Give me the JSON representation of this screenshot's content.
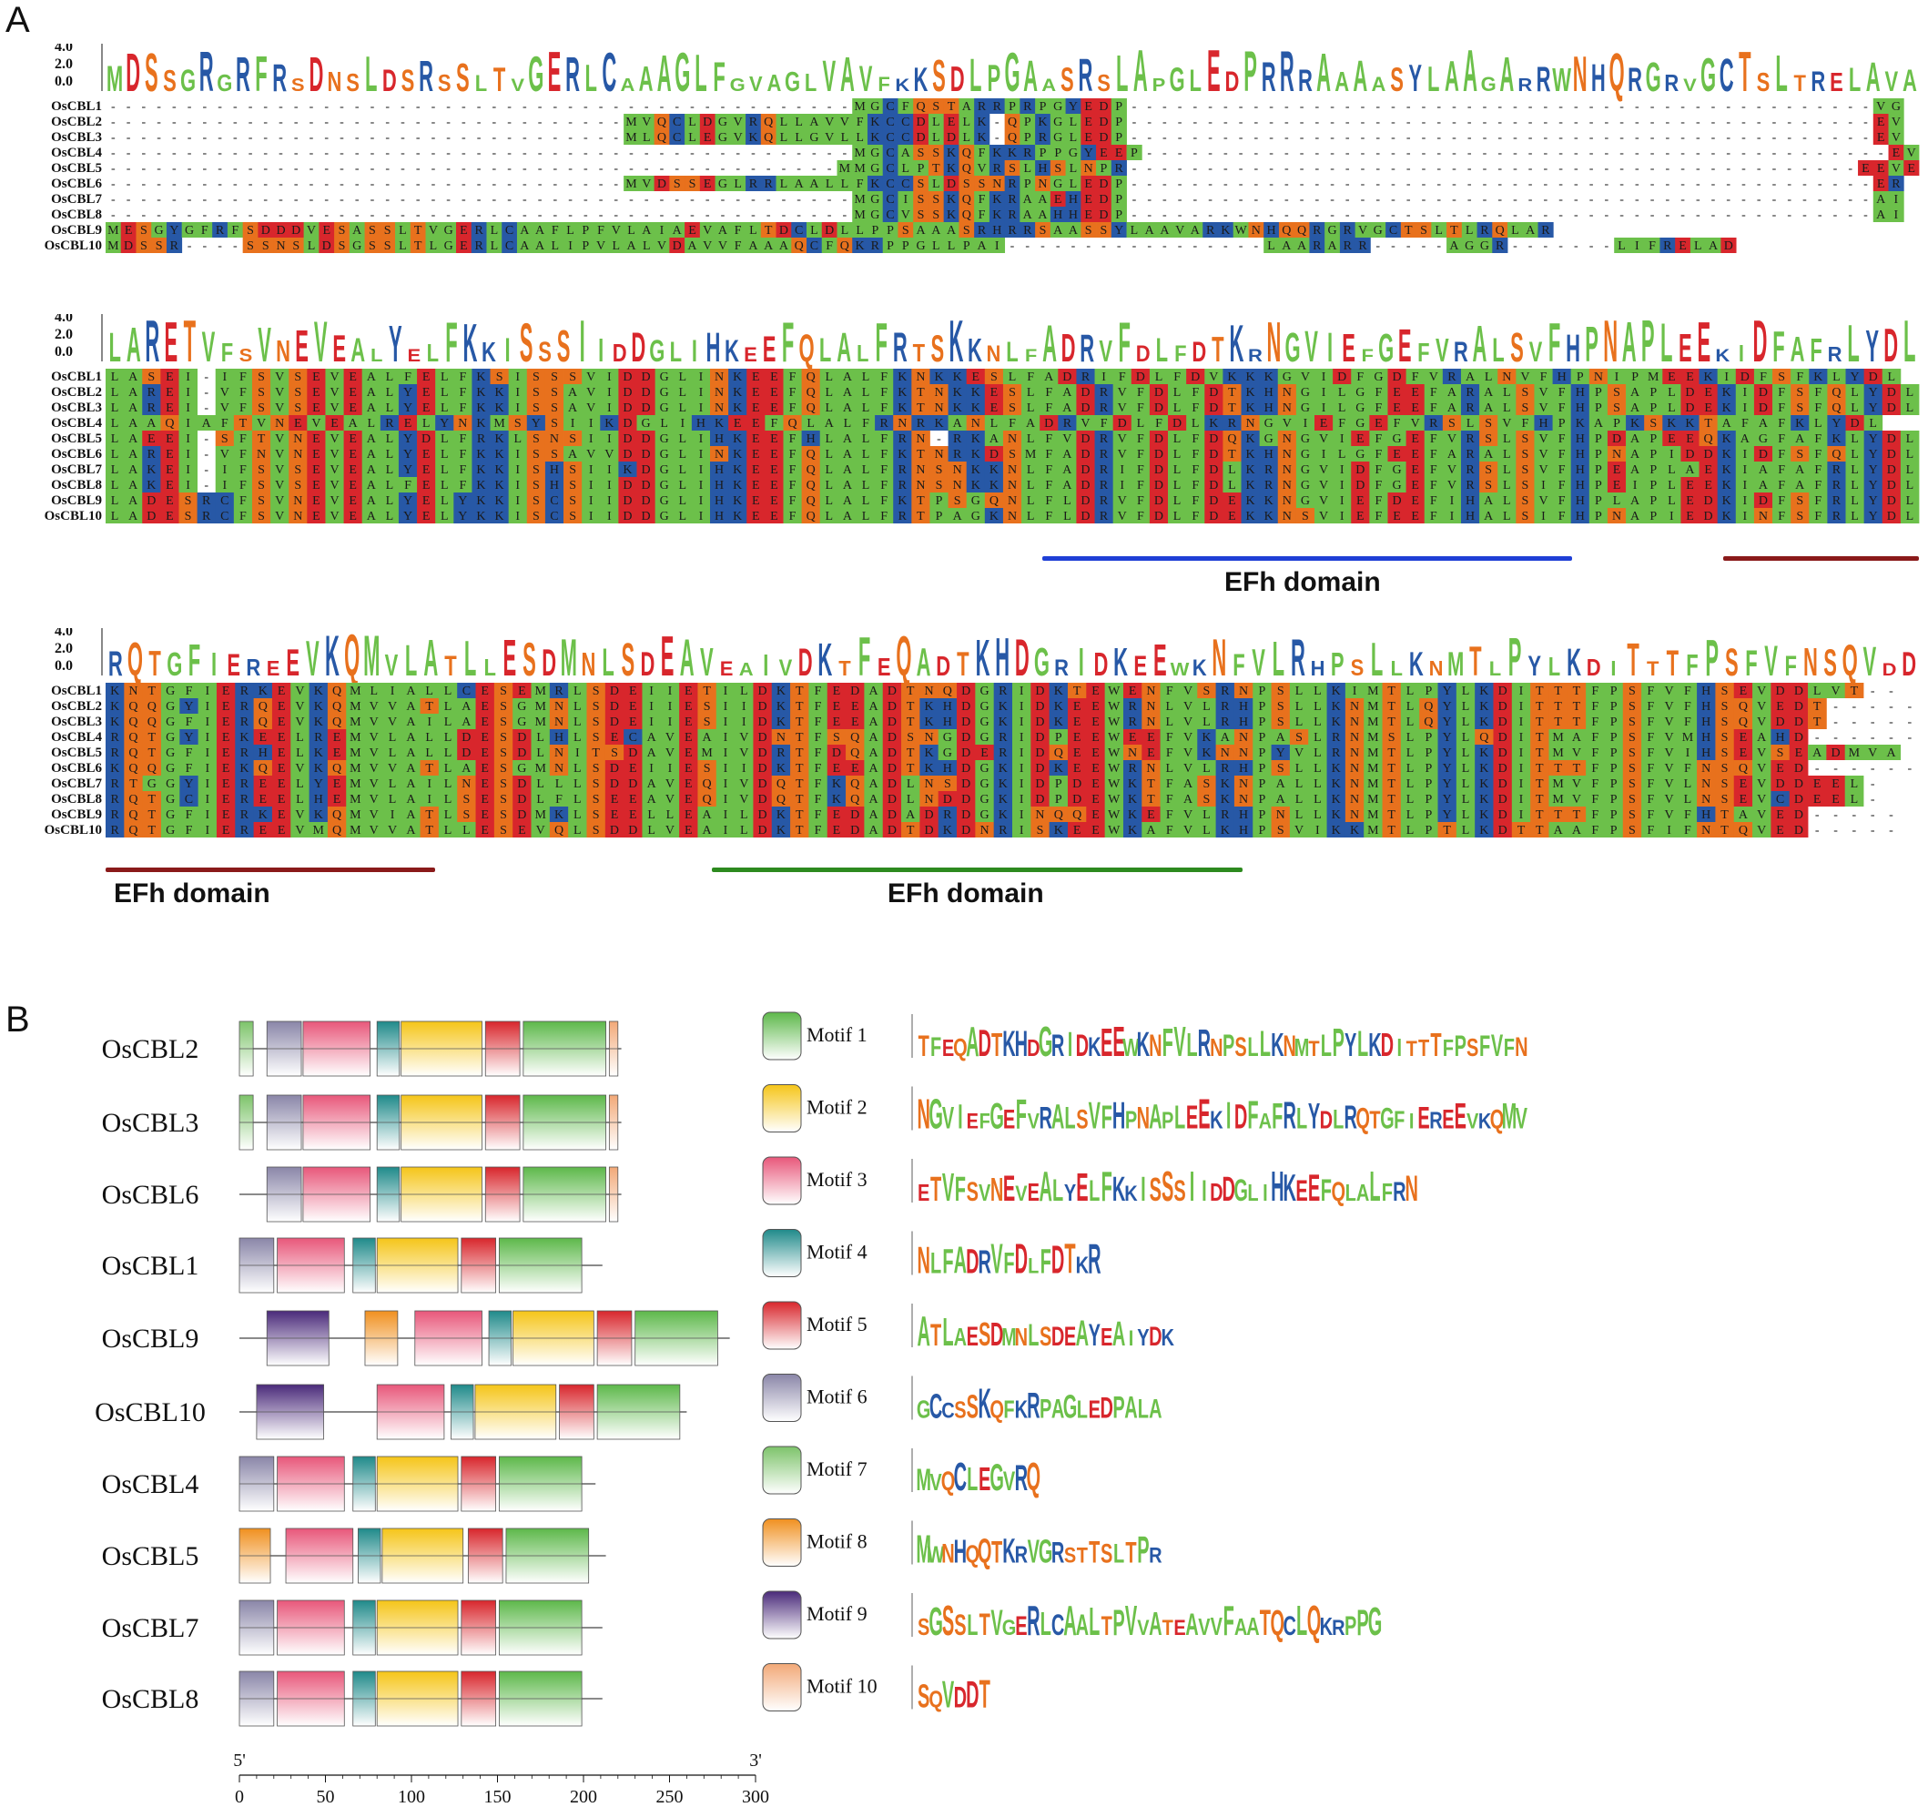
{
  "panelA": {
    "label": "A"
  },
  "panelB": {
    "label": "B"
  },
  "logo_yticks": [
    "4.0",
    "2.0",
    "0.0"
  ],
  "sequences": [
    "OsCBL1",
    "OsCBL2",
    "OsCBL3",
    "OsCBL4",
    "OsCBL5",
    "OsCBL6",
    "OsCBL7",
    "OsCBL8",
    "OsCBL9",
    "OsCBL10"
  ],
  "alignment": {
    "block1": {
      "logo": "MDSSGRGRFRSDNSLDSRSSLTVGERLCAAAGLFGVAGLVAVFKKSDLPGAASRSLAPGLEDPRRRAAAASYLAAGARRWNHQRGRVGCTSLTRELAVA",
      "rows": [
        "-------------------------------------------------MGCFQSTARRPRPGYEDP-------------------------------------------------VG",
        "----------------------------------MVQCLDGVRQLLAVVFKCCDLELK-QPKGLEDP-------------------------------------------------EV",
        "----------------------------------MLQCLEGVKQLLGVLLKCCDLDLK-QPRGLEDP-------------------------------------------------EV",
        "-------------------------------------------------MGCASSKQFKKRPPGYEEP-------------------------------------------------EV",
        "------------------------------------------------MMGCLPTKQVRSLHSLNPR------------------------------------------------EEVE",
        "----------------------------------MVDSSEGLRRLAALLFKCCSLDSSNRPNGLEDP-------------------------------------------------ER",
        "-------------------------------------------------MGCISSKQFKRAAEHEDP-------------------------------------------------AI",
        "-------------------------------------------------MGCVSSKQFKRAAHHEDP-------------------------------------------------AI",
        "MESGYGFRFSDDDVESASSLTVGERLCAAFLPFVLAIAEVAFLTDCLDLLPPSAAASRHRRSAASSYLAAVARKWNHQQRGRVGCTSLTLRQLAR",
        "MDSSR----SSNSLDSGSSLTLGERLCAALIPVLALVDAVVFAAAQCFQKRPPGLLPAI-----------------LAARARR-----AGGR-------LIFRELAD"
      ]
    },
    "block2": {
      "logo": "LARETVFSVNEVEALYELFKKISSSIIDDGLIHKEEFQLALFRTSKKNLFADRVFDLFDTKRNGVIEFGEFVRALSVFHPNAPLEEKIDFAFRLYDL",
      "rows": [
        "LASEI-IFSVSEVEALFELFKSISSSVIDDGLINKEEFQLALFKNKKESLFADRIFDLFDVKKKGVIDFGDFVRALNVFHPNIPMEEKIDFSFKLYDL",
        "LAREI-VFSVSEVEALYELFKKISSAVIDDGLINKEEFQLALFKTNKKESLFADRVFDLFDTKHNGILGFEEFARALSVFHPSAPLDEKIDFSFQLYDL",
        "LAREI-VFSVSEVEALYELFKKISSAVIDDGLINKEEFQLALFKTNKKESLFADRVFDLFDTKHNGILGFEEFARALSVFHPSAPLDEKIDFSFQLYDL",
        "LAAQIAFTVNEVEALRELYNKMSYSIIKDGLIHKEEFQLALFRNRKANLFADRVFDLFDLKRNGVIEFGEFVRSLSVFHPKAPKSKKTAFAFKLYDL",
        "LAEEI-SFTVNEVEALYDLFRKLSNSIIDDGLIHKEEFHLALFRN-RKANLFVDRVFDLFDQKGNGVIEFGEFVRSLSVFHPDAPEEQKAGFAFKLYDL",
        "LAREI-VFNVNEVEALYELFKKISSAVVDDGLINKEEFQLALFKTNRKDSMFADRVFDLFDTKHNGILGFEEFARALSVFHPNAPIDDKIDFSFQLYDL",
        "LAKEI-IFSVSEVEALYELFKKISHSIIKDGLIHKEEFQLALFRNSNKKNLFADRIFDLFDLKRNGVIDFGEFVRSLSVFHPEAPLAEKIAFAFRLYDL",
        "LAKEI-IFSVSEVEALFELFKKISHSIIDDGLIHKEEFQLALFRNSNKKNLFADRIFDLFDLKRNGVIDFGEFVRSLSIFHPEIPLEEKIAFAFRLYDL",
        "LADESRCFSVNEVEALYELYKKISCSIIDDGLIHKEEFQLALFKTPSGQNLFLDRVFDLFDEKKNGVIEFDEFIHALSVFHPLAPLEDKIDFSFRLYDL",
        "LADESRCFSVNEVEALYELYKKISCSIIDDGLIHKEEFQLALFRTPAGKNLFLDRVFDLFDEKKNSVIEFEEFIHALSIFHPNAPIEDKINFSFRLYDL"
      ]
    },
    "block3": {
      "logo": "RQTGFIEREEVKQMVLATLLESDMNLSDEAVEAIVDKTFEQADTKHDGRIDKEEWKNFVLRHPSLLKNMTLPYLKDITTTFPSFVFNSQVDD",
      "rows": [
        "KNTGFIERKEVKQMLIALLCESEMRLSDEIIETILDKTFEDADTNQDGRIDKTEWENFVSRNPSLLKIMTLPYLKDITTTFPSFVFHSEVDDLVT--",
        "KQQGYIERQEVKQMVVATLAESGMNLSDEIIESIIDKTFEEADTKHDGKIDKEEWRNLVLRHPSLLKNMTLQYLKDITTTFPSFVFHSQVEDT-----",
        "KQQGFIERQEVKQMVVAILAESGMNLSDEIIESIIDKTFEEADTKHDGKIDKEEWRNLVLRHPSLLKNMTLQYLKDITTTFPSFVFHSQVDDT-----",
        "RQTGYIEKEELREMVLALLDESDLHLSECAVEAIVDNTFSQADSNGDGRIDPEEWEEFVKANPASLRNMSLPYLQDITMAFPSFVMHSEAHD------",
        "RQTGFIERHELKEMVLALLDESDLNITSDAVEMIVDRTFDQADTKGDERIDQEEWNEFVKNNPYVLRNMTLPYLKDITMVFPSFVIHSEVSEADMVA",
        "KQQGFIEKQEVKQMVVATLAESGMNLSDEIIESIIDKTFEEADTKHDGKIDKEEWRNLVLRHPSLLKNMTLPYLKDITTTFPSFVFNSQVED------",
        "RTGGYIEREELYEMVLAILNESDLLLSDDAVEQIVDQTFKQADLNSDGKIDPDEWKTFASKNPALLKNMTLPYLKDITMVFPSFVLNSEVDDEEL-",
        "RQTGCIEREELHEMVLAILSESDLFLSEEAVEQIVDQTFKQADLNDDGKIDPDEWKTFASKNPALLKNMTLPYLKDITMVFPSFVLNSEVCDEEL-",
        "RQTGFIERKEVKQMVIATLSESDMKLSEELLEAILDKTFEDADADRDGKINQQEWKEFVLRHPNLLKNMTLPYLKDITTTFPSFVFHTAVED-----",
        "RQTGFIEREEVMQMVVATLLESEVQLSDDLVEAILDKTFEDADTDKDNRISKEEWKAFVLKHPSVIKKMTLPTLKDTTAAFPSFIFNTQVED-----"
      ]
    }
  },
  "domains": [
    {
      "label": "EFh domain",
      "color": "#1f3fd6"
    },
    {
      "label": "EFh domain",
      "color": "#8a1a1a"
    },
    {
      "label": "EFh domain",
      "color": "#2d8a1f"
    }
  ],
  "residue_colors": {
    "hydrophobic": "#6cc04a",
    "polar": "#e8711d",
    "charged": "#d8262c",
    "other": "#2758a6"
  },
  "motif_structure": {
    "genes": [
      {
        "name": "OsCBL2",
        "length": 222,
        "motifs": [
          [
            7,
            0,
            8
          ],
          [
            6,
            16,
            36
          ],
          [
            3,
            37,
            76
          ],
          [
            4,
            80,
            93
          ],
          [
            2,
            94,
            141
          ],
          [
            5,
            143,
            163
          ],
          [
            1,
            165,
            213
          ],
          [
            10,
            215,
            220
          ]
        ]
      },
      {
        "name": "OsCBL3",
        "length": 222,
        "motifs": [
          [
            7,
            0,
            8
          ],
          [
            6,
            16,
            36
          ],
          [
            3,
            37,
            76
          ],
          [
            4,
            80,
            93
          ],
          [
            2,
            94,
            141
          ],
          [
            5,
            143,
            163
          ],
          [
            1,
            165,
            213
          ],
          [
            10,
            215,
            220
          ]
        ]
      },
      {
        "name": "OsCBL6",
        "length": 222,
        "motifs": [
          [
            6,
            16,
            36
          ],
          [
            3,
            37,
            76
          ],
          [
            4,
            80,
            93
          ],
          [
            2,
            94,
            141
          ],
          [
            5,
            143,
            163
          ],
          [
            1,
            165,
            213
          ],
          [
            10,
            215,
            220
          ]
        ]
      },
      {
        "name": "OsCBL1",
        "length": 211,
        "motifs": [
          [
            6,
            0,
            20
          ],
          [
            3,
            22,
            61
          ],
          [
            4,
            66,
            79
          ],
          [
            2,
            80,
            127
          ],
          [
            5,
            129,
            149
          ],
          [
            1,
            151,
            199
          ]
        ]
      },
      {
        "name": "OsCBL9",
        "length": 285,
        "motifs": [
          [
            9,
            16,
            52
          ],
          [
            8,
            73,
            92
          ],
          [
            3,
            102,
            141
          ],
          [
            4,
            145,
            158
          ],
          [
            2,
            159,
            206
          ],
          [
            5,
            208,
            228
          ],
          [
            1,
            230,
            278
          ]
        ]
      },
      {
        "name": "OsCBL10",
        "length": 260,
        "motifs": [
          [
            9,
            10,
            49
          ],
          [
            3,
            80,
            119
          ],
          [
            4,
            123,
            136
          ],
          [
            2,
            137,
            184
          ],
          [
            5,
            186,
            206
          ],
          [
            1,
            208,
            256
          ]
        ]
      },
      {
        "name": "OsCBL4",
        "length": 207,
        "motifs": [
          [
            6,
            0,
            20
          ],
          [
            3,
            22,
            61
          ],
          [
            4,
            66,
            79
          ],
          [
            2,
            80,
            127
          ],
          [
            5,
            129,
            149
          ],
          [
            1,
            151,
            199
          ]
        ]
      },
      {
        "name": "OsCBL5",
        "length": 213,
        "motifs": [
          [
            8,
            0,
            18
          ],
          [
            3,
            27,
            66
          ],
          [
            4,
            69,
            82
          ],
          [
            2,
            83,
            130
          ],
          [
            5,
            133,
            153
          ],
          [
            1,
            155,
            203
          ]
        ]
      },
      {
        "name": "OsCBL7",
        "length": 211,
        "motifs": [
          [
            6,
            0,
            20
          ],
          [
            3,
            22,
            61
          ],
          [
            4,
            66,
            79
          ],
          [
            2,
            80,
            127
          ],
          [
            5,
            129,
            149
          ],
          [
            1,
            151,
            199
          ]
        ]
      },
      {
        "name": "OsCBL8",
        "length": 211,
        "motifs": [
          [
            6,
            0,
            20
          ],
          [
            3,
            22,
            61
          ],
          [
            4,
            66,
            79
          ],
          [
            2,
            80,
            127
          ],
          [
            5,
            129,
            149
          ],
          [
            1,
            151,
            199
          ]
        ]
      }
    ],
    "axis": {
      "start_label": "5'",
      "end_label": "3'",
      "ticks": [
        0,
        50,
        100,
        150,
        200,
        250,
        300
      ],
      "max": 300
    },
    "motifs": [
      {
        "label": "Motif 1",
        "color": "#5db84a",
        "logo": "TFEQADTKHDGRIDKEEWKNFVLRNPSLLKNMTLPYLKDITTTFPSFVFN"
      },
      {
        "label": "Motif 2",
        "color": "#f5c518",
        "logo": "NGVIEFGEFVRALSVFHPNAPLEEKIDFAFRLYDLRQTGFIEREEVKQMV"
      },
      {
        "label": "Motif 3",
        "color": "#e8577a",
        "logo": "ETVFSVNEVEALYELFKKISSSIIDDGLIHKEEFQLALFRN"
      },
      {
        "label": "Motif 4",
        "color": "#1f8a8a",
        "logo": "NLFADRVFDLFDTKR"
      },
      {
        "label": "Motif 5",
        "color": "#d8262c",
        "logo": "ATLAESDMNLSDEAYEAIYDK"
      },
      {
        "label": "Motif 6",
        "color": "#8a86a8",
        "logo": "GCCSSKQFKRPAGLEDPALA"
      },
      {
        "label": "Motif 7",
        "color": "#7dc36a",
        "logo": "MVQCLEGVRQ"
      },
      {
        "label": "Motif 8",
        "color": "#f0901f",
        "logo": "MWNHQQTKRVGRSTTSLTPR"
      },
      {
        "label": "Motif 9",
        "color": "#4a2a7a",
        "logo": "SGSSLTVGERLCAALTPVVATEAVVFAATQCLQKRPPG"
      },
      {
        "label": "Motif 10",
        "color": "#f2a877",
        "logo": "SQVDDT"
      }
    ]
  }
}
